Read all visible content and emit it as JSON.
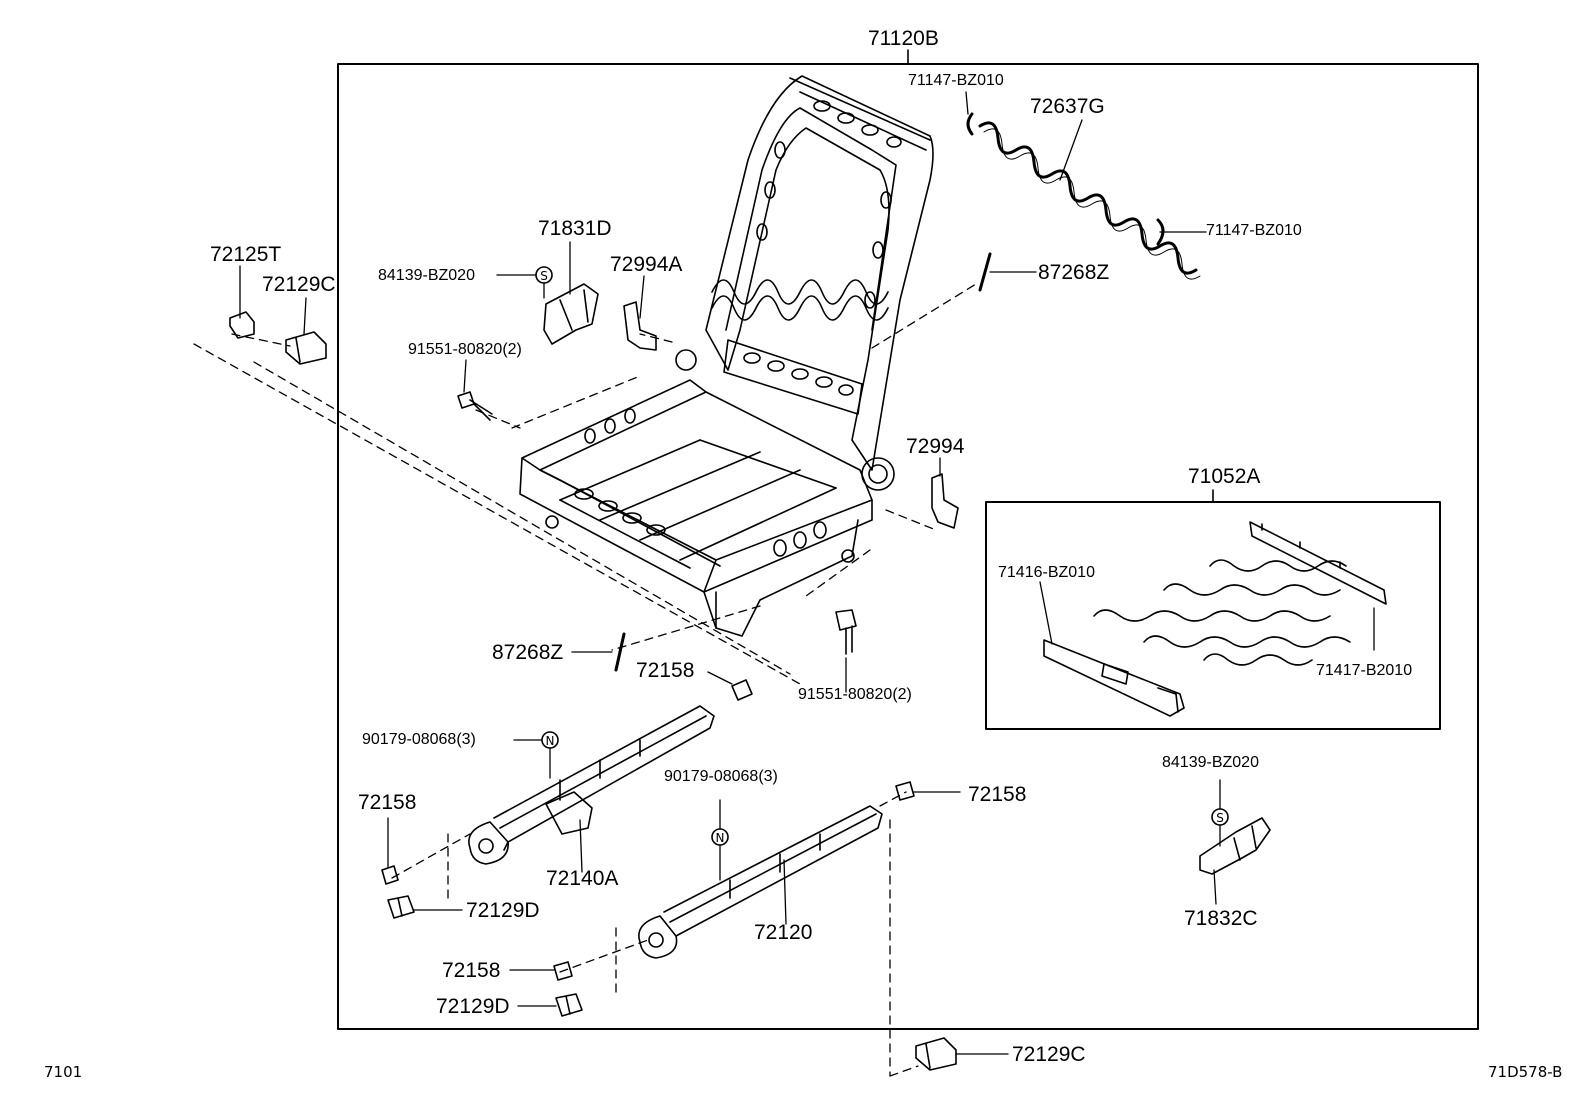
{
  "labels": {
    "main_assembly": "71120B",
    "clip_top": "71147-BZ010",
    "spring_top": "72637G",
    "clip_right": "71147-BZ010",
    "wire_pin_top": "87268Z",
    "cover_72125T": "72125T",
    "cover_72129C_top": "72129C",
    "bracket_71831D": "71831D",
    "screw_84139_left": "84139-BZ020",
    "cover_72994A": "72994A",
    "bolt_91551_left": "91551-80820(2)",
    "cover_72994": "72994",
    "sub_assembly": "71052A",
    "sub_71416": "71416-BZ010",
    "sub_71417": "71417-B2010",
    "wire_pin_bottom": "87268Z",
    "clip_72158_mid": "72158",
    "bolt_91551_right": "91551-80820(2)",
    "nut_90179_left": "90179-08068(3)",
    "clip_72158_left": "72158",
    "rail_72140A": "72140A",
    "cover_72129D_upper": "72129D",
    "nut_90179_right": "90179-08068(3)",
    "clip_72158_right": "72158",
    "rail_72120": "72120",
    "clip_72158_low": "72158",
    "cover_72129D_low": "72129D",
    "screw_84139_right": "84139-BZ020",
    "bracket_71832C": "71832C",
    "cover_72129C_bottom": "72129C"
  },
  "markers": {
    "s_mark": "S",
    "n_mark": "N"
  },
  "footer": {
    "page_code": "7101",
    "diagram_code": "71D578-B"
  }
}
